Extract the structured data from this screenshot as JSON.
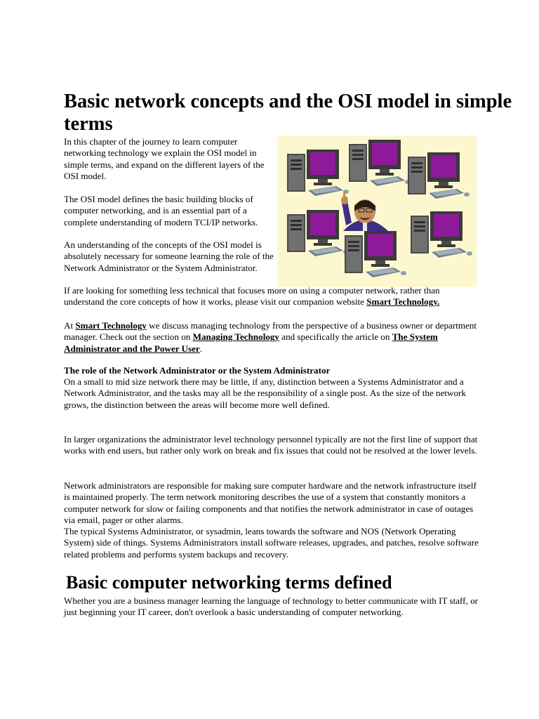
{
  "heading": "Basic network concepts and the OSI model in simple terms",
  "intro": "In this chapter of the journey to learn computer networking technology we explain the OSI model in simple terms, and expand on the different layers of the OSI model.",
  "osi_para": "The OSI model defines the basic building blocks of computer networking, and is an essential part of a complete understanding of modern TCI/IP networks.",
  "understanding_para": "An understanding of the concepts of the OSI model is absolutely necessary for someone learning the role of the Network Administrator or the System Administrator.",
  "looking_para": {
    "text": "If are looking for something less technical that focuses more on using a computer network, rather than understand the core concepts of how it works, please visit our companion website ",
    "link": "Smart Technology."
  },
  "at_para": {
    "prefix": "At ",
    "link1": "Smart Technology",
    "mid1": " we discuss managing technology from the perspective of a business owner or department manager.  Check out the section on ",
    "link2": "Managing Technology",
    "mid2": " and specifically the article on ",
    "link3": "The System Administrator and the Power User",
    "suffix": "."
  },
  "role_heading": "The role of the Network Administrator or the System Administrator",
  "role_para": "On a small to mid size network there may be little, if any, distinction between a Systems Administrator and a Network Administrator, and the tasks may all be the responsibility of a single post. As the size of the network grows, the distinction between the areas will become more well defined.",
  "larger_para": "In larger organizations the administrator level technology personnel typically are not the first line of support that works with end users, but rather only work on break and fix issues that could not be resolved at the lower levels.",
  "netadmin_para": "Network administrators are responsible for making sure computer hardware and the network infrastructure itself is maintained properly. The term network monitoring describes the use of a system that constantly monitors a computer network for slow or failing components and that notifies the network administrator in case of outages via email, pager or other alarms.",
  "sysadmin_para": "The typical Systems Administrator, or sysadmin, leans towards the software and NOS (Network Operating System) side of things. Systems Administrators install software releases, upgrades, and patches, resolve software related problems and performs system backups and recovery.",
  "heading2": "Basic computer networking terms defined",
  "closing_para": "Whether you are a business manager learning the language of technology to better communicate with IT staff, or just beginning your IT career, don't overlook a basic understanding of computer networking.",
  "colors": {
    "illustration_bg": "#fdf7cf",
    "monitor_screen": "#8e1a9a",
    "computer_gray": "#5a5a5a"
  }
}
